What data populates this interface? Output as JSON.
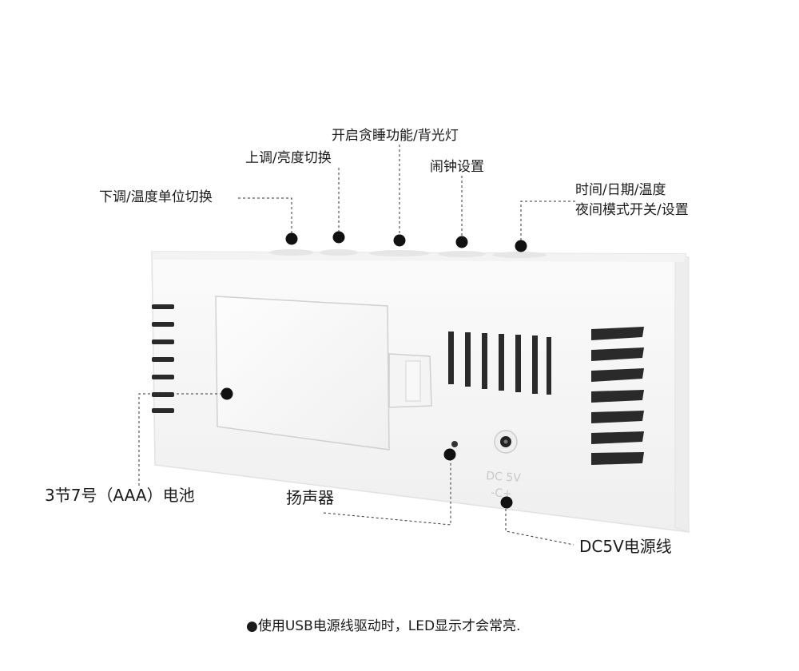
{
  "labels": {
    "down_adjust": "下调/温度单位切换",
    "up_adjust": "上调/亮度切换",
    "snooze": "开启贪睡功能/背光灯",
    "alarm": "闹钟设置",
    "time_date_line1": "时间/日期/温度",
    "time_date_line2": "夜间模式开关/设置",
    "battery": "3节7号（AAA）电池",
    "speaker": "扬声器",
    "power": "DC5V电源线"
  },
  "device_print": {
    "dc": "DC 5V",
    "polarity": "-C+"
  },
  "footnote": "●使用USB电源线驱动时，LED显示才会常亮.",
  "colors": {
    "text": "#1a1a1a",
    "device_body": "#f7f7f7",
    "vent_dark": "#2a2a2a",
    "leader": "#333333"
  }
}
